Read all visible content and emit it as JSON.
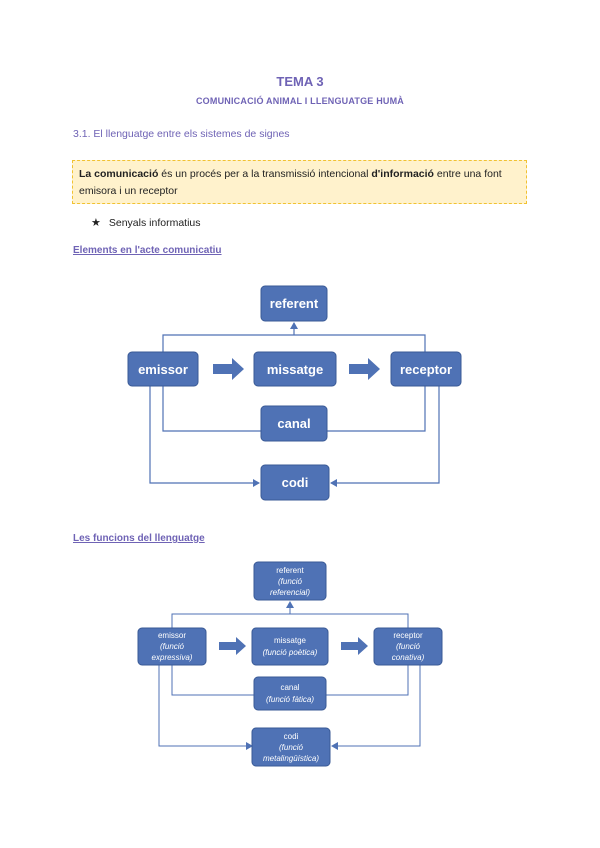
{
  "header": {
    "title": "TEMA 3",
    "subtitle": "COMUNICACIÓ ANIMAL I LLENGUATGE HUMÀ"
  },
  "section": {
    "heading": "3.1. El llenguatge entre els sistemes de signes"
  },
  "definition": {
    "part1_bold": "La comunicació",
    "part2": " és un procés per a la transmissió intencional ",
    "part3_bold": "d'informació",
    "part4": " entre una font emisora i un receptor"
  },
  "bullet": {
    "icon": "star-icon",
    "text": "Senyals informatius"
  },
  "diagram1": {
    "heading": "Elements en l'acte comunicatiu",
    "colors": {
      "box": "#4f72b5",
      "box_border": "#3a5a96",
      "line": "#4f72b5"
    },
    "nodes": {
      "referent": "referent",
      "emissor": "emissor",
      "missatge": "missatge",
      "receptor": "receptor",
      "canal": "canal",
      "codi": "codi"
    }
  },
  "diagram2": {
    "heading": "Les funcions del llenguatge",
    "nodes": {
      "referent": {
        "name": "referent",
        "fn": "(funció",
        "fn2": "referencial)"
      },
      "emissor": {
        "name": "emissor",
        "fn": "(funció",
        "fn2": "expressiva)"
      },
      "missatge": {
        "name": "missatge",
        "fn": "(funció poètica)"
      },
      "receptor": {
        "name": "receptor",
        "fn": "(funció",
        "fn2": "conativa)"
      },
      "canal": {
        "name": "canal",
        "fn": "(funció fàtica)"
      },
      "codi": {
        "name": "codi",
        "fn": "(funció",
        "fn2": "metalingüística)"
      }
    }
  }
}
